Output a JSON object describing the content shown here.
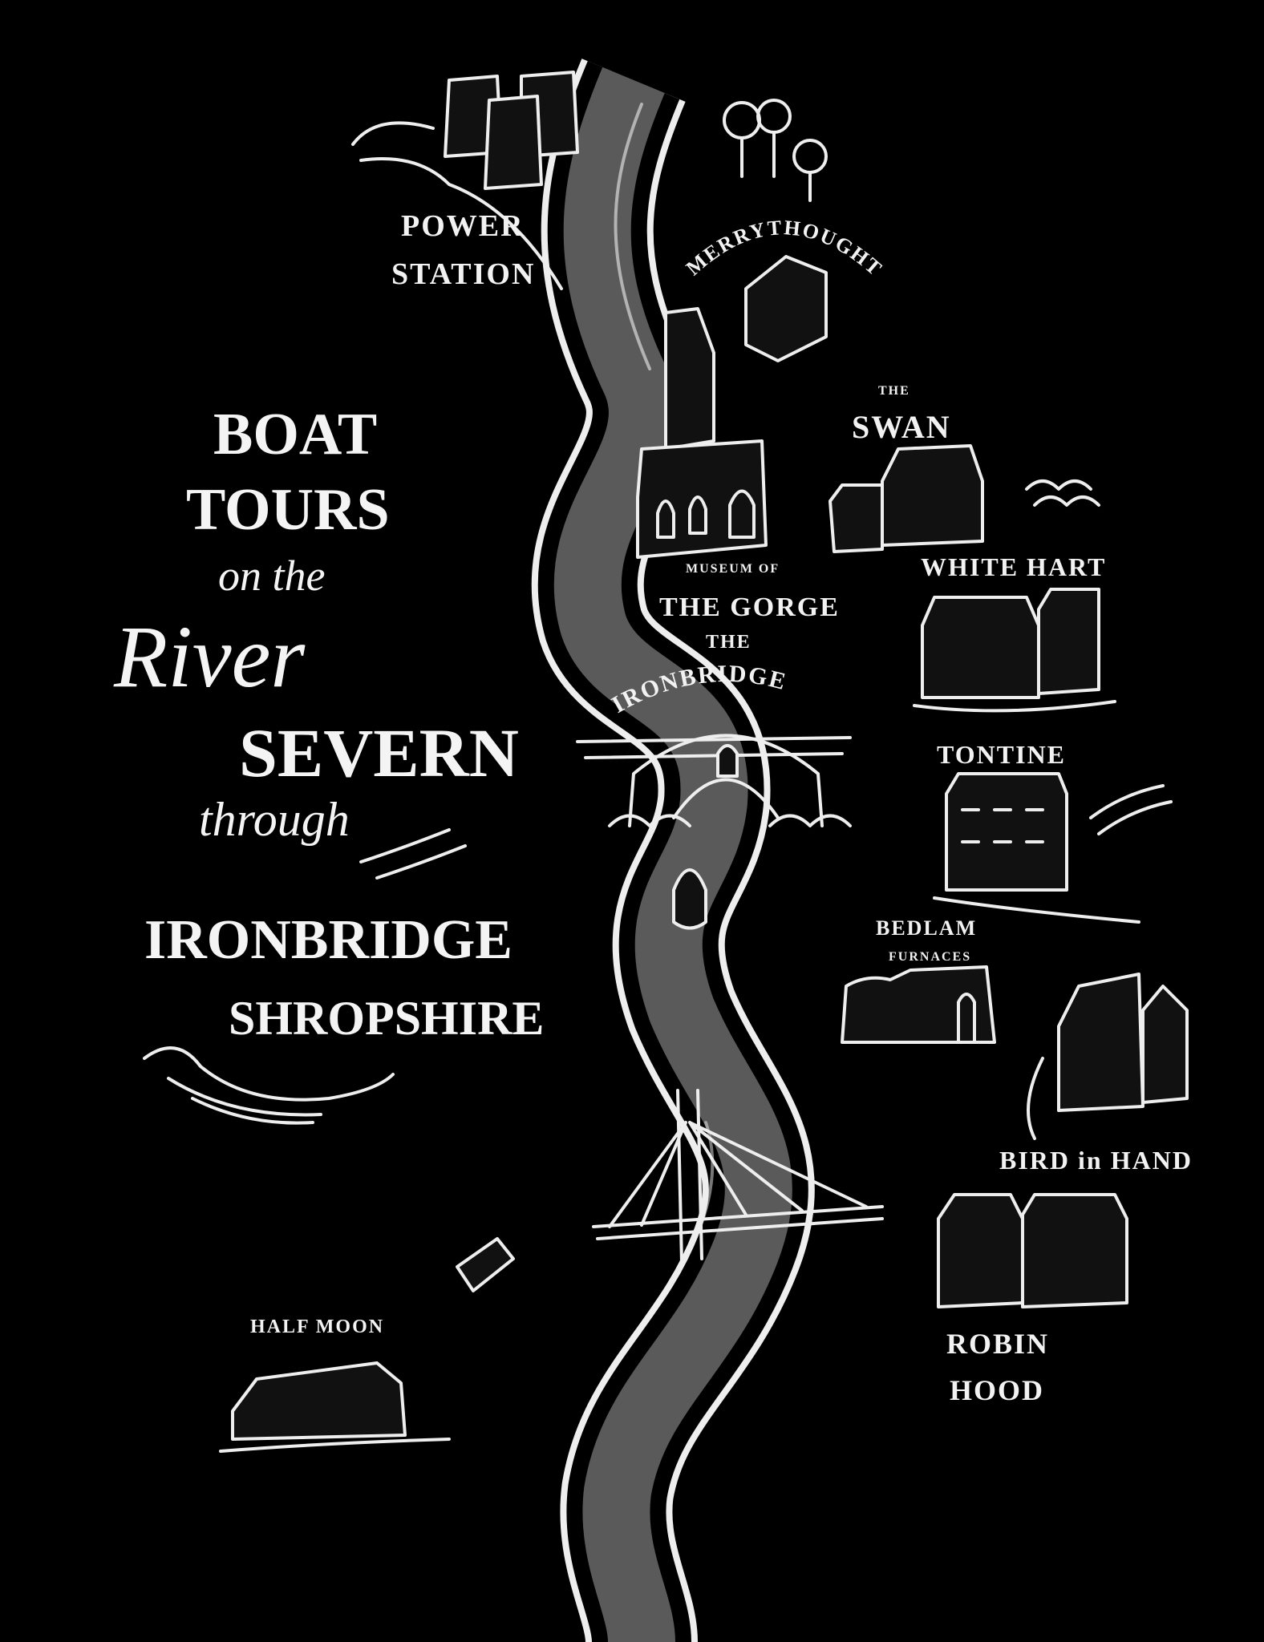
{
  "title": {
    "line1": "BOAT",
    "line2": "TOURS",
    "line3": "on the",
    "line4": "River",
    "line5": "SEVERN",
    "line6": "through",
    "line7": "IRONBRIDGE",
    "line8": "SHROPSHIRE"
  },
  "places": {
    "power_station": [
      "POWER",
      "STATION"
    ],
    "merrythought": "MERRYTHOUGHT",
    "the_swan": [
      "THE",
      "SWAN"
    ],
    "white_hart": "WHITE HART",
    "museum": [
      "MUSEUM OF",
      "THE GORGE"
    ],
    "ironbridge": [
      "THE",
      "IRONBRIDGE"
    ],
    "tontine": "TONTINE",
    "bedlam": [
      "BEDLAM",
      "FURNACES"
    ],
    "bird_in_hand": "BIRD in HAND",
    "robin_hood": [
      "ROBIN",
      "HOOD"
    ],
    "half_moon": "HALF MOON"
  },
  "colors": {
    "background": "#000000",
    "river": "#5a5a5a",
    "ink": "#eeeeee"
  }
}
